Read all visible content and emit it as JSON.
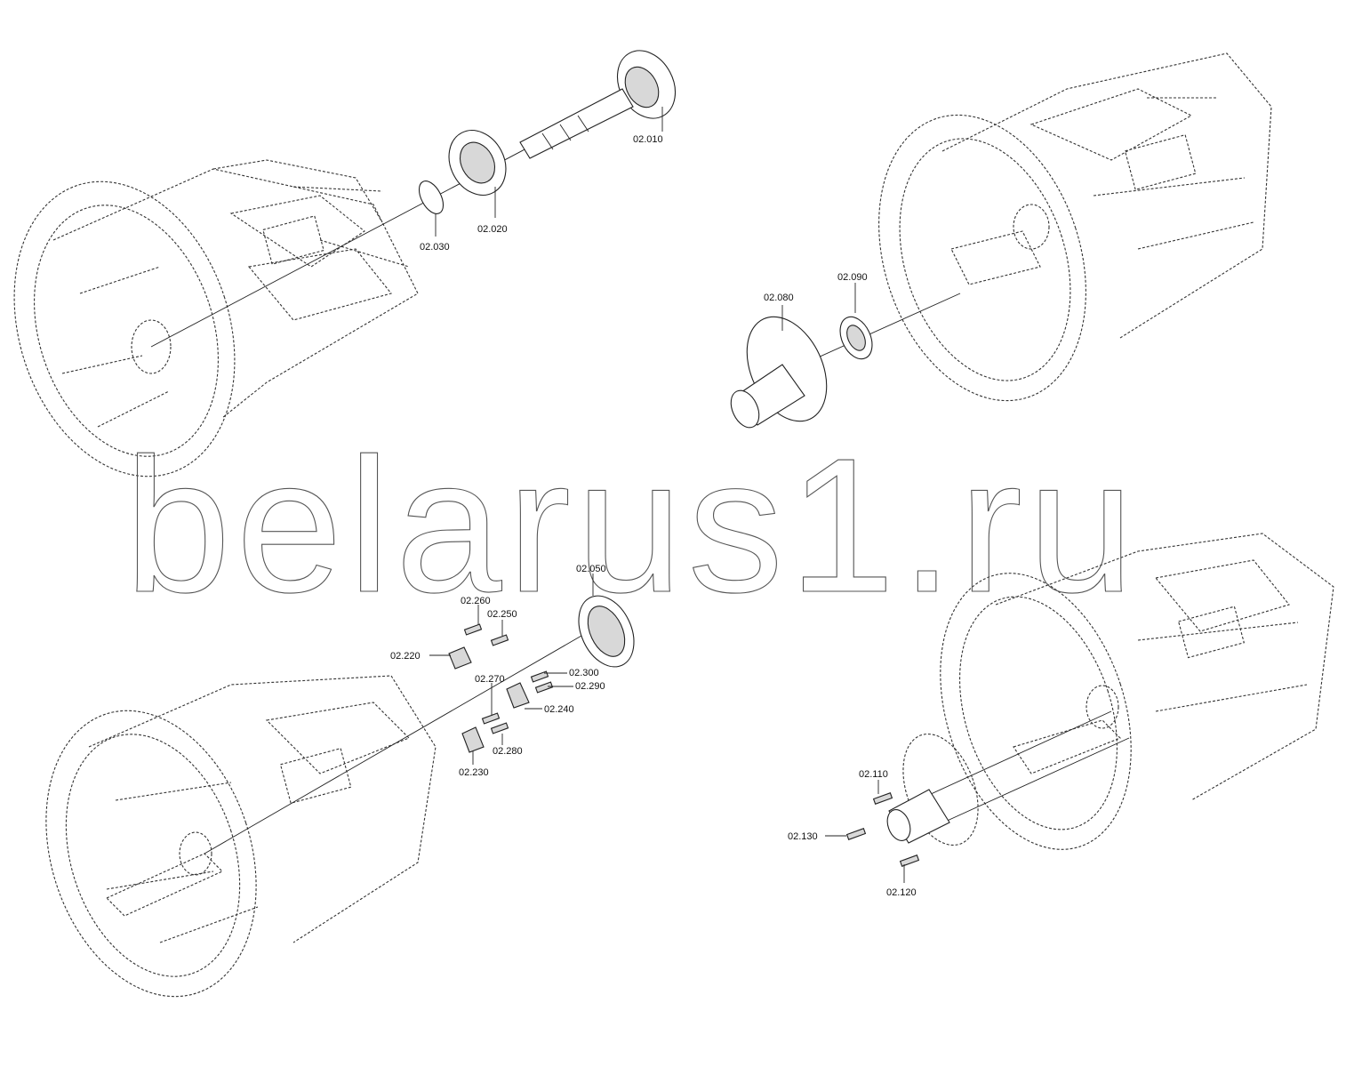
{
  "watermark": "belarus1.ru",
  "labels": {
    "p010": "02.010",
    "p020": "02.020",
    "p030": "02.030",
    "p050": "02.050",
    "p080": "02.080",
    "p090": "02.090",
    "p110": "02.110",
    "p120": "02.120",
    "p130": "02.130",
    "p220": "02.220",
    "p230": "02.230",
    "p240": "02.240",
    "p250": "02.250",
    "p260": "02.260",
    "p270": "02.270",
    "p280": "02.280",
    "p290": "02.290",
    "p300": "02.300"
  }
}
